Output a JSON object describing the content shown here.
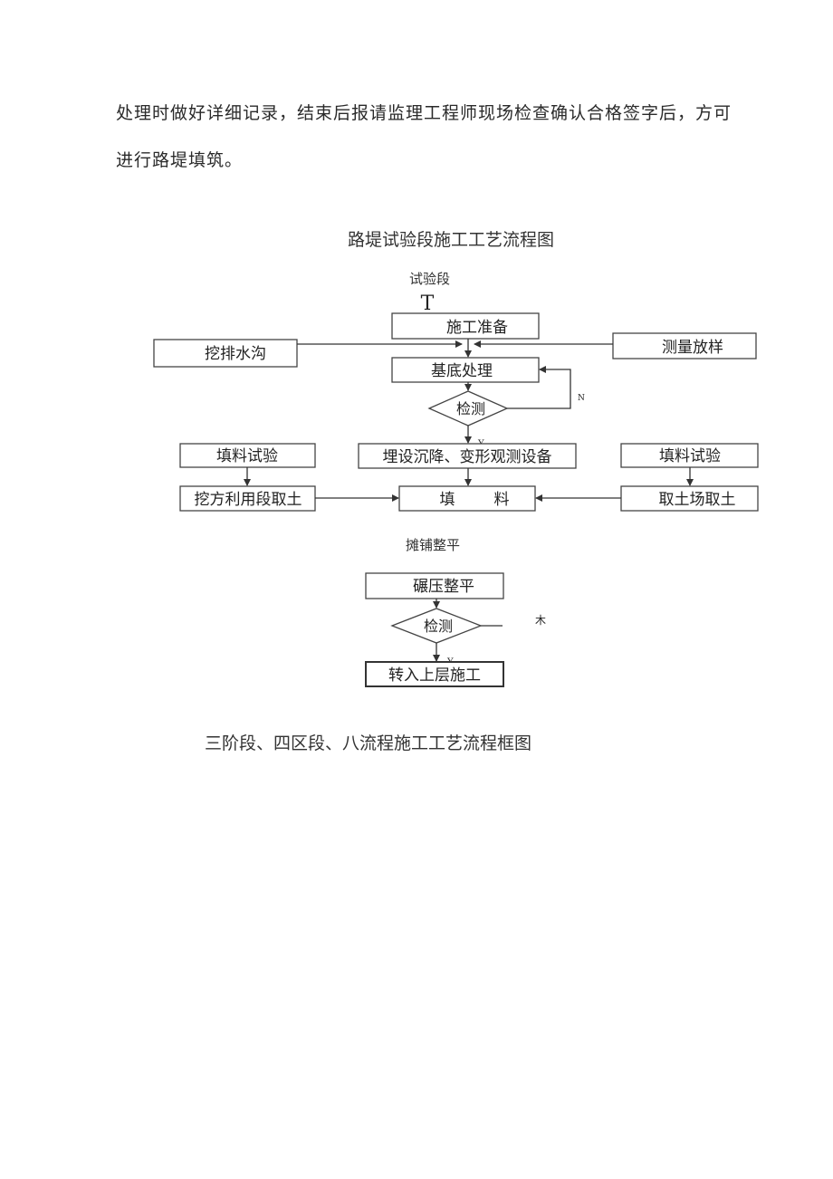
{
  "paragraph": {
    "line1": "处理时做好详细记录，结束后报请监理工程师现场检查确认合格签字后，方可",
    "line2": "进行路堤填筑。"
  },
  "flowchart": {
    "title": "路堤试验段施工工艺流程图",
    "start_label": "试验段",
    "start_mark": "T",
    "nodes": {
      "prep": "施工准备",
      "ditch": "挖排水沟",
      "survey": "测量放样",
      "base": "基底处理",
      "check1": "检测",
      "monitor": "埋设沉降、变形观测设备",
      "test_left": "填料试验",
      "test_right": "填料试验",
      "borrow_left": "挖方利用段取土",
      "fill_a": "填",
      "fill_b": "料",
      "borrow_right": "取土场取土",
      "compact": "碾压整平",
      "check2": "检测",
      "next_layer": "转入上层施工"
    },
    "spread_label": "摊铺整平",
    "marks": {
      "no1": "N",
      "yes1": "Y",
      "yes2": "Y",
      "side_mark": "木"
    }
  },
  "footer_caption": "三阶段、四区段、八流程施工工艺流程框图"
}
